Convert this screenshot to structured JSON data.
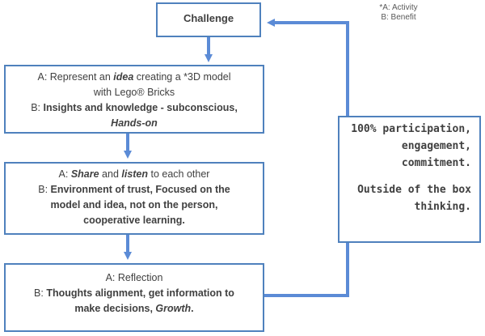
{
  "legend": {
    "line1": "*A: Activity",
    "line2": "B: Benefit"
  },
  "challenge": {
    "label": "Challenge"
  },
  "step1": {
    "a_prefix": "A: Represent an ",
    "a_em": "idea",
    "a_suffix": " creating a *3D model",
    "a_line2": "with Lego® Bricks",
    "b_prefix": "B: ",
    "b_bold": "Insights and knowledge - subconscious,",
    "b_em": "Hands-on"
  },
  "step2": {
    "a_prefix": "A: ",
    "a_em1": "Share",
    "a_mid": " and ",
    "a_em2": "listen",
    "a_suffix": " to each other",
    "b_prefix": "B: ",
    "b_bold1": "Environment of trust, Focused on the",
    "b_bold2": "model and idea, not on the person,",
    "b_bold3": "cooperative learning."
  },
  "step3": {
    "a_line": "A: Reflection",
    "b_prefix": "B:  ",
    "b_bold1": "Thoughts alignment, get information to",
    "b_bold2": "make decisions, ",
    "b_em": "Growth",
    "b_end": "."
  },
  "outcome": {
    "line1": "100% participation,",
    "line2": "engagement,",
    "line3": "commitment.",
    "line4": "Outside of the box",
    "line5": "thinking."
  },
  "colors": {
    "stroke": "#4f81bd",
    "arrow": "#5b8bd6",
    "text": "#404040"
  }
}
